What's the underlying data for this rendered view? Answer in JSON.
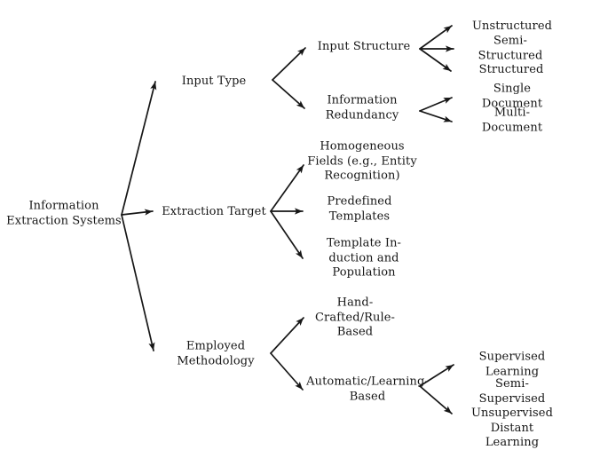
{
  "diagram": {
    "type": "tree",
    "direction": "left-to-right",
    "root_id": "root",
    "nodes": {
      "root": {
        "label": "Information\nExtraction Systems"
      },
      "input_type": {
        "label": "Input Type"
      },
      "extraction_target": {
        "label": "Extraction Target"
      },
      "employed_methodology": {
        "label": "Employed\nMethodology"
      },
      "input_structure": {
        "label": "Input Structure"
      },
      "information_redundancy": {
        "label": "Information\nRedundancy"
      },
      "homogeneous_fields": {
        "label": "Homogeneous\nFields (e.g., Entity\nRecognition)"
      },
      "predefined_templates": {
        "label": "Predefined\nTemplates"
      },
      "template_induction": {
        "label": "Template In-\nduction and\nPopulation"
      },
      "hand_crafted": {
        "label": "Hand-\nCrafted/Rule-\nBased"
      },
      "automatic_learning": {
        "label": "Automatic/Learning-\nBased"
      },
      "unstructured": {
        "label": "Unstructured"
      },
      "semi_structured": {
        "label": "Semi-Structured"
      },
      "structured": {
        "label": "Structured"
      },
      "single_document": {
        "label": "Single Document"
      },
      "multi_document": {
        "label": "Multi-Document"
      },
      "supervised_learning": {
        "label": "Supervised\nLearning"
      },
      "semi_supervised": {
        "label": "Semi-Supervised\nUnsupervised\nDistant Learning"
      }
    },
    "edges": [
      {
        "from": "root",
        "to": "input_type"
      },
      {
        "from": "root",
        "to": "extraction_target"
      },
      {
        "from": "root",
        "to": "employed_methodology"
      },
      {
        "from": "input_type",
        "to": "input_structure"
      },
      {
        "from": "input_type",
        "to": "information_redundancy"
      },
      {
        "from": "input_structure",
        "to": "unstructured"
      },
      {
        "from": "input_structure",
        "to": "semi_structured"
      },
      {
        "from": "input_structure",
        "to": "structured"
      },
      {
        "from": "information_redundancy",
        "to": "single_document"
      },
      {
        "from": "information_redundancy",
        "to": "multi_document"
      },
      {
        "from": "extraction_target",
        "to": "homogeneous_fields"
      },
      {
        "from": "extraction_target",
        "to": "predefined_templates"
      },
      {
        "from": "extraction_target",
        "to": "template_induction"
      },
      {
        "from": "employed_methodology",
        "to": "hand_crafted"
      },
      {
        "from": "employed_methodology",
        "to": "automatic_learning"
      },
      {
        "from": "automatic_learning",
        "to": "supervised_learning"
      },
      {
        "from": "automatic_learning",
        "to": "semi_supervised"
      }
    ],
    "colors": {
      "ink": "#161616",
      "background": "#ffffff"
    }
  }
}
